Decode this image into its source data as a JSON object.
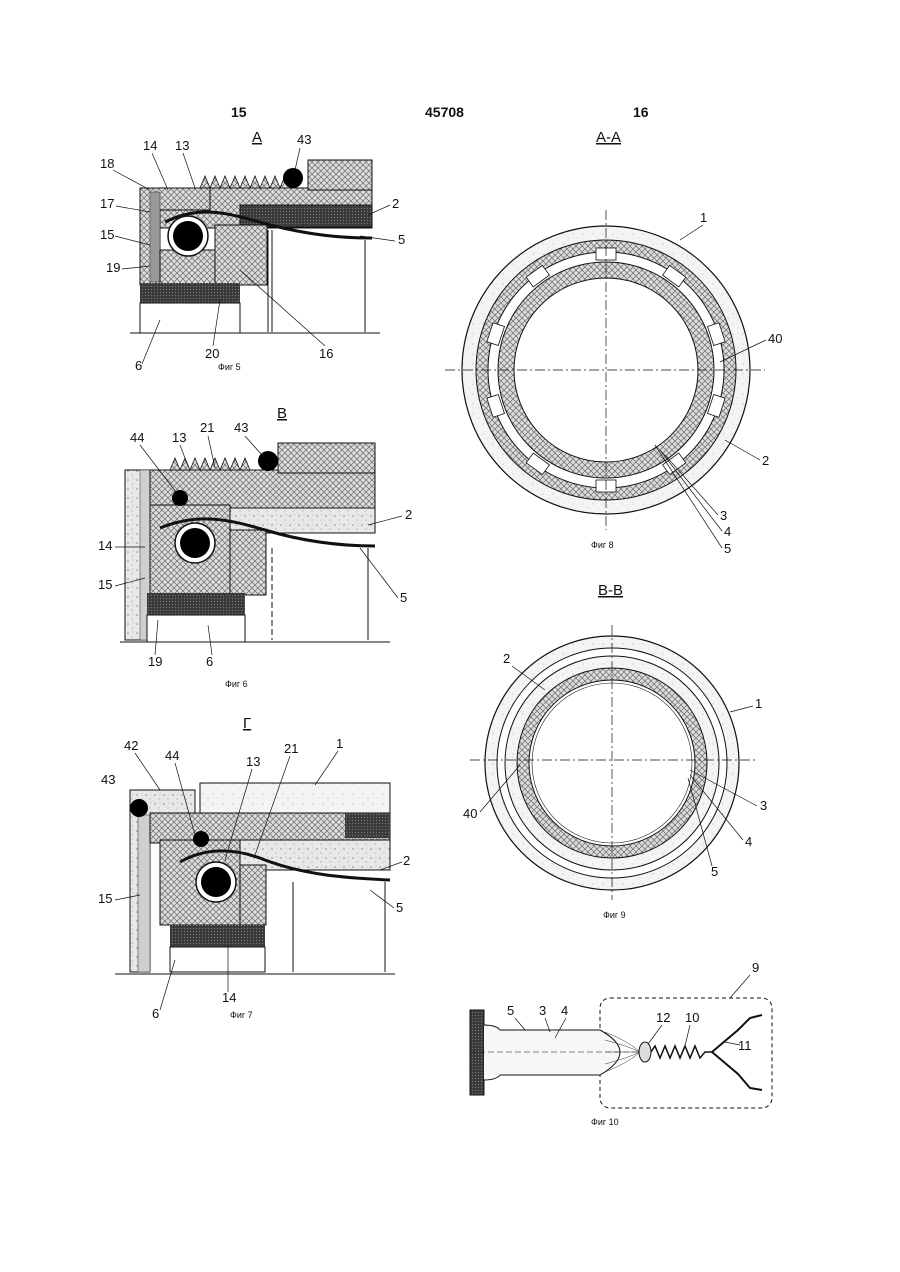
{
  "header": {
    "page_left": "15",
    "patent_number": "45708",
    "page_right": "16"
  },
  "fig5": {
    "section": "A",
    "caption": "Фиг 5",
    "labels": {
      "l18": "18",
      "l14": "14",
      "l13": "13",
      "l43": "43",
      "l17": "17",
      "l2": "2",
      "l15": "15",
      "l5": "5",
      "l19": "19",
      "l6": "6",
      "l20": "20",
      "l16": "16"
    }
  },
  "fig6": {
    "section": "B",
    "caption": "Фиг 6",
    "labels": {
      "l44": "44",
      "l13": "13",
      "l21": "21",
      "l43": "43",
      "l2": "2",
      "l14": "14",
      "l15": "15",
      "l5": "5",
      "l19": "19",
      "l6": "6"
    }
  },
  "fig7": {
    "section": "Г",
    "caption": "Фиг 7",
    "labels": {
      "l42": "42",
      "l44": "44",
      "l13": "13",
      "l21": "21",
      "l1": "1",
      "l43": "43",
      "l2": "2",
      "l15": "15",
      "l5": "5",
      "l6": "6",
      "l14": "14"
    }
  },
  "fig8": {
    "section": "A-A",
    "caption": "Фиг 8",
    "labels": {
      "l1": "1",
      "l40": "40",
      "l2": "2",
      "l3": "3",
      "l4": "4",
      "l5": "5"
    }
  },
  "fig9": {
    "section": "B-B",
    "caption": "Фиг 9",
    "labels": {
      "l2": "2",
      "l1": "1",
      "l40": "40",
      "l3": "3",
      "l4": "4",
      "l5": "5"
    }
  },
  "fig10": {
    "caption": "Фиг 10",
    "labels": {
      "l9": "9",
      "l5": "5",
      "l3": "3",
      "l4": "4",
      "l12": "12",
      "l10": "10",
      "l11": "11"
    }
  }
}
